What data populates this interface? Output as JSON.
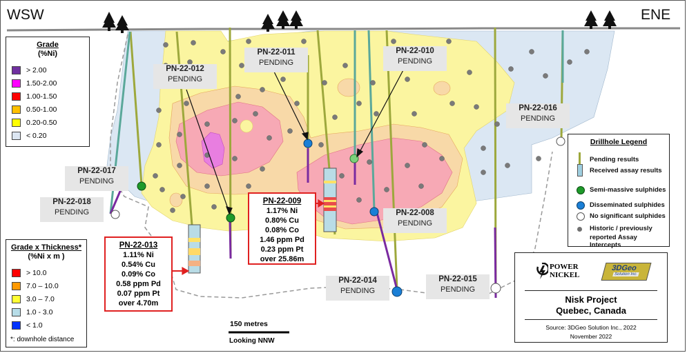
{
  "directions": {
    "west": "WSW",
    "east": "ENE"
  },
  "grade_legend": {
    "title": "Grade",
    "unit": "(%Ni)",
    "items": [
      {
        "label": "> 2.00",
        "color": "#7030a0"
      },
      {
        "label": "1.50-2.00",
        "color": "#ff00ff"
      },
      {
        "label": "1.00-1.50",
        "color": "#ff0000"
      },
      {
        "label": "0.50-1.00",
        "color": "#ffc000"
      },
      {
        "label": "0.20-0.50",
        "color": "#ffff00"
      },
      {
        "label": "< 0.20",
        "color": "#dce6f2"
      }
    ]
  },
  "gt_legend": {
    "title": "Grade x Thickness*",
    "unit": "(%Ni x m )",
    "items": [
      {
        "label": "> 10.0",
        "color": "#ff0000"
      },
      {
        "label": "7.0 – 10.0",
        "color": "#ff9900"
      },
      {
        "label": "3.0 – 7.0",
        "color": "#ffff33"
      },
      {
        "label": "1.0 - 3.0",
        "color": "#b7dde8"
      },
      {
        "label": "< 1.0",
        "color": "#0033ff"
      }
    ],
    "footnote": "*: downhole distance"
  },
  "holes": [
    {
      "id": "PN-22-012",
      "status": "PENDING"
    },
    {
      "id": "PN-22-011",
      "status": "PENDING"
    },
    {
      "id": "PN-22-010",
      "status": "PENDING"
    },
    {
      "id": "PN-22-016",
      "status": "PENDING"
    },
    {
      "id": "PN-22-017",
      "status": "PENDING"
    },
    {
      "id": "PN-22-018",
      "status": "PENDING"
    },
    {
      "id": "PN-22-008",
      "status": "PENDING"
    },
    {
      "id": "PN-22-014",
      "status": "PENDING"
    },
    {
      "id": "PN-22-015",
      "status": "PENDING"
    }
  ],
  "results": [
    {
      "id": "PN-22-013",
      "lines": [
        "1.11% Ni",
        "0.54% Cu",
        "0.09% Co",
        "0.58 ppm Pd",
        "0.07 ppm Pt",
        "over 4.70m"
      ]
    },
    {
      "id": "PN-22-009",
      "lines": [
        "1.17% Ni",
        "0.80% Cu",
        "0.08% Co",
        "1.46 ppm Pd",
        "0.23 ppm Pt",
        "over 25.86m"
      ]
    }
  ],
  "drillhole_legend": {
    "title": "Drillhole  Legend",
    "items": [
      {
        "label": "Pending results",
        "symbol": "pending-trace"
      },
      {
        "label": "Received assay results",
        "symbol": "received-trace"
      },
      {
        "label": "Semi-massive sulphides",
        "symbol": "green-dot",
        "color": "#1e9a2a"
      },
      {
        "label": "Disseminated sulphides",
        "symbol": "blue-dot",
        "color": "#1a7fd6"
      },
      {
        "label": "No significant sulphides",
        "symbol": "white-dot",
        "color": "#ffffff"
      },
      {
        "label": "Historic / previously",
        "symbol": "gray-dot",
        "color": "#707070"
      },
      {
        "label": "reported Assay Intercepts",
        "symbol": "none"
      }
    ]
  },
  "scale": {
    "label": "150 metres",
    "view": "Looking NNW"
  },
  "project": {
    "logo1_line1": "POWER",
    "logo1_line2": "NICKEL",
    "logo2": "3DGeo",
    "logo2_sub": "Solution Inc.",
    "name": "Nisk Project",
    "location": "Quebec, Canada",
    "source": "Source: 3DGeo Solution Inc., 2022",
    "date": "November 2022"
  }
}
